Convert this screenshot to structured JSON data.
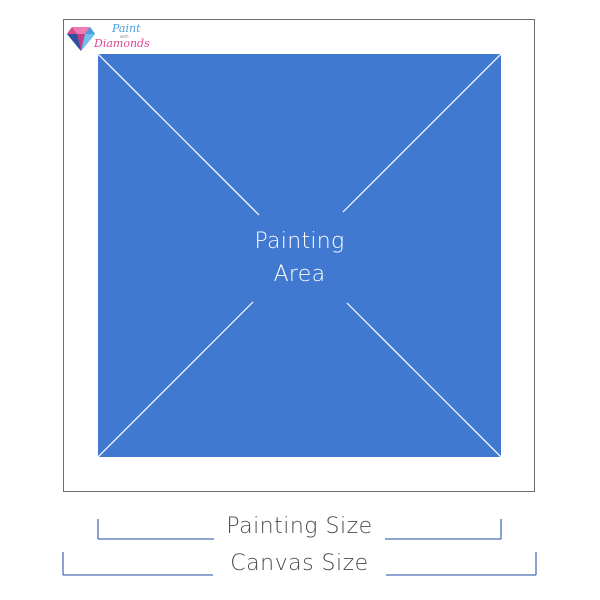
{
  "logo": {
    "line1": "Paint",
    "line2": "with",
    "line3": "Diamonds"
  },
  "painting_area": {
    "label_line1": "Painting",
    "label_line2": "Area"
  },
  "dimensions": {
    "painting_size": "Painting Size",
    "canvas_size": "Canvas Size"
  },
  "colors": {
    "painting_fill": "#4279d0",
    "bracket": "#4a6fb8",
    "frame": "#6e6e6e"
  }
}
